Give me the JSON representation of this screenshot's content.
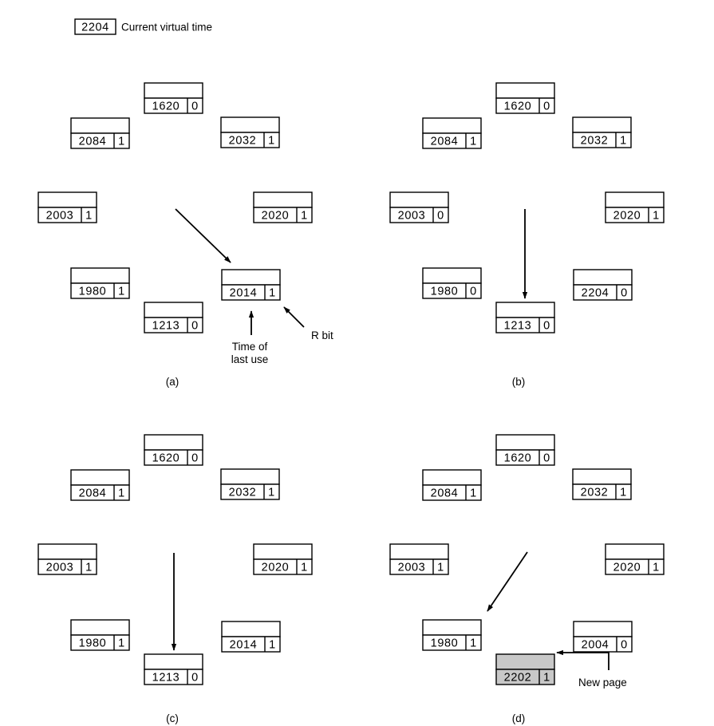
{
  "header": {
    "time_value": "2204",
    "time_label": "Current virtual time"
  },
  "annotations": {
    "time_of_last_use_line1": "Time of",
    "time_of_last_use_line2": "last use",
    "r_bit": "R bit",
    "new_page": "New page"
  },
  "panels": [
    {
      "caption": "(a)",
      "pages": [
        {
          "time": "1620",
          "r": "0"
        },
        {
          "time": "2032",
          "r": "1"
        },
        {
          "time": "2020",
          "r": "1"
        },
        {
          "time": "2014",
          "r": "1"
        },
        {
          "time": "1213",
          "r": "0"
        },
        {
          "time": "1980",
          "r": "1"
        },
        {
          "time": "2003",
          "r": "1"
        },
        {
          "time": "2084",
          "r": "1"
        }
      ],
      "hand_points_to": "2014"
    },
    {
      "caption": "(b)",
      "pages": [
        {
          "time": "1620",
          "r": "0"
        },
        {
          "time": "2032",
          "r": "1"
        },
        {
          "time": "2020",
          "r": "1"
        },
        {
          "time": "2204",
          "r": "0"
        },
        {
          "time": "1213",
          "r": "0"
        },
        {
          "time": "1980",
          "r": "0"
        },
        {
          "time": "2003",
          "r": "0"
        },
        {
          "time": "2084",
          "r": "1"
        }
      ],
      "hand_points_to": "1213"
    },
    {
      "caption": "(c)",
      "pages": [
        {
          "time": "1620",
          "r": "0"
        },
        {
          "time": "2032",
          "r": "1"
        },
        {
          "time": "2020",
          "r": "1"
        },
        {
          "time": "2014",
          "r": "1"
        },
        {
          "time": "1213",
          "r": "0"
        },
        {
          "time": "1980",
          "r": "1"
        },
        {
          "time": "2003",
          "r": "1"
        },
        {
          "time": "2084",
          "r": "1"
        }
      ],
      "hand_points_to": "1213"
    },
    {
      "caption": "(d)",
      "pages": [
        {
          "time": "1620",
          "r": "0"
        },
        {
          "time": "2032",
          "r": "1"
        },
        {
          "time": "2020",
          "r": "1"
        },
        {
          "time": "2004",
          "r": "0"
        },
        {
          "time": "2202",
          "r": "1",
          "new_page": true
        },
        {
          "time": "1980",
          "r": "1"
        },
        {
          "time": "2003",
          "r": "1"
        },
        {
          "time": "2084",
          "r": "1"
        }
      ],
      "hand_points_to": "1980"
    }
  ]
}
